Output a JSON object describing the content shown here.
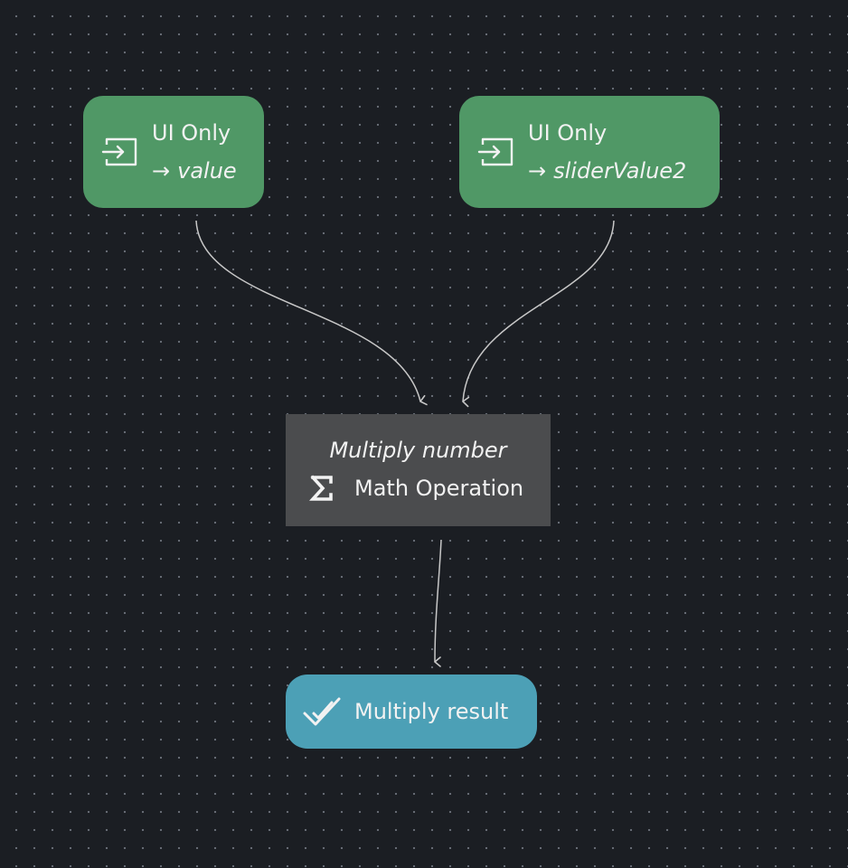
{
  "nodes": {
    "input_value": {
      "title": "UI Only",
      "arrow": "→",
      "variable": "value",
      "icon": "input-icon",
      "color": "#509866"
    },
    "input_slider": {
      "title": "UI Only",
      "arrow": "→",
      "variable": "sliderValue2",
      "icon": "input-icon",
      "color": "#509866"
    },
    "operation": {
      "title": "Multiply number",
      "subtitle": "Math Operation",
      "icon": "sigma-icon",
      "color": "#4b4c4e"
    },
    "output": {
      "label": "Multiply result",
      "icon": "check-icon",
      "color": "#4ca0b6"
    }
  },
  "edges": [
    {
      "from": "input_value",
      "to": "operation"
    },
    {
      "from": "input_slider",
      "to": "operation"
    },
    {
      "from": "operation",
      "to": "output"
    }
  ],
  "background": "#1b1e23",
  "edge_color": "#c8c8c8"
}
